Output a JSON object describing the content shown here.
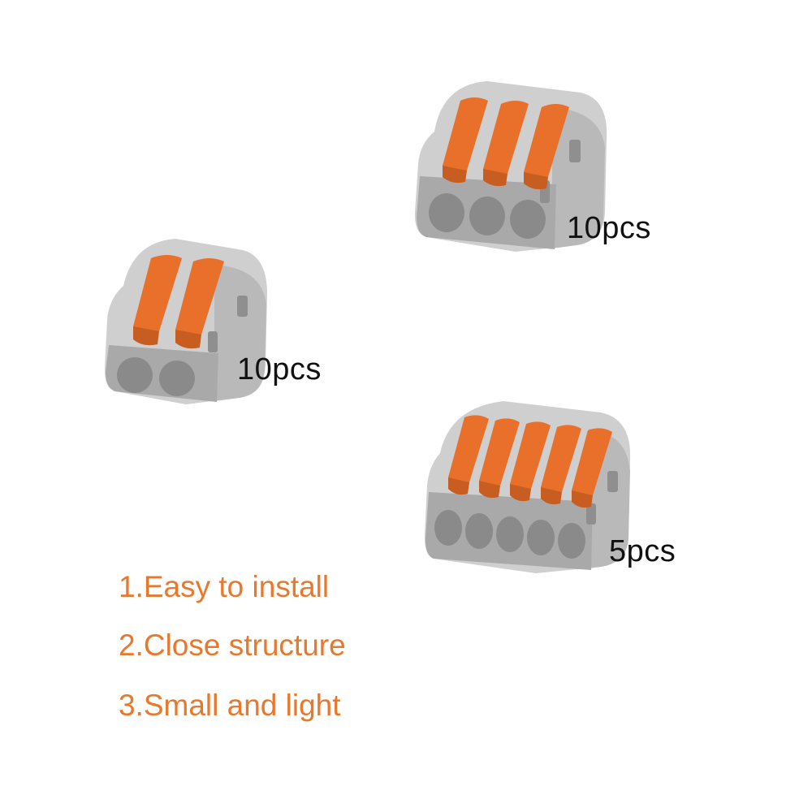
{
  "colors": {
    "lever": "#e8702a",
    "lever_dark": "#b8511a",
    "housing": "#c9c9c9",
    "housing_light": "#dcdcdc",
    "housing_dark": "#9b9b9b",
    "feature_text": "#e8782c",
    "label_text": "#111111"
  },
  "products": [
    {
      "poles": 3,
      "quantity": "10pcs"
    },
    {
      "poles": 2,
      "quantity": "10pcs"
    },
    {
      "poles": 5,
      "quantity": "5pcs"
    }
  ],
  "features": [
    "1.Easy to install",
    "2.Close structure",
    "3.Small and light"
  ]
}
